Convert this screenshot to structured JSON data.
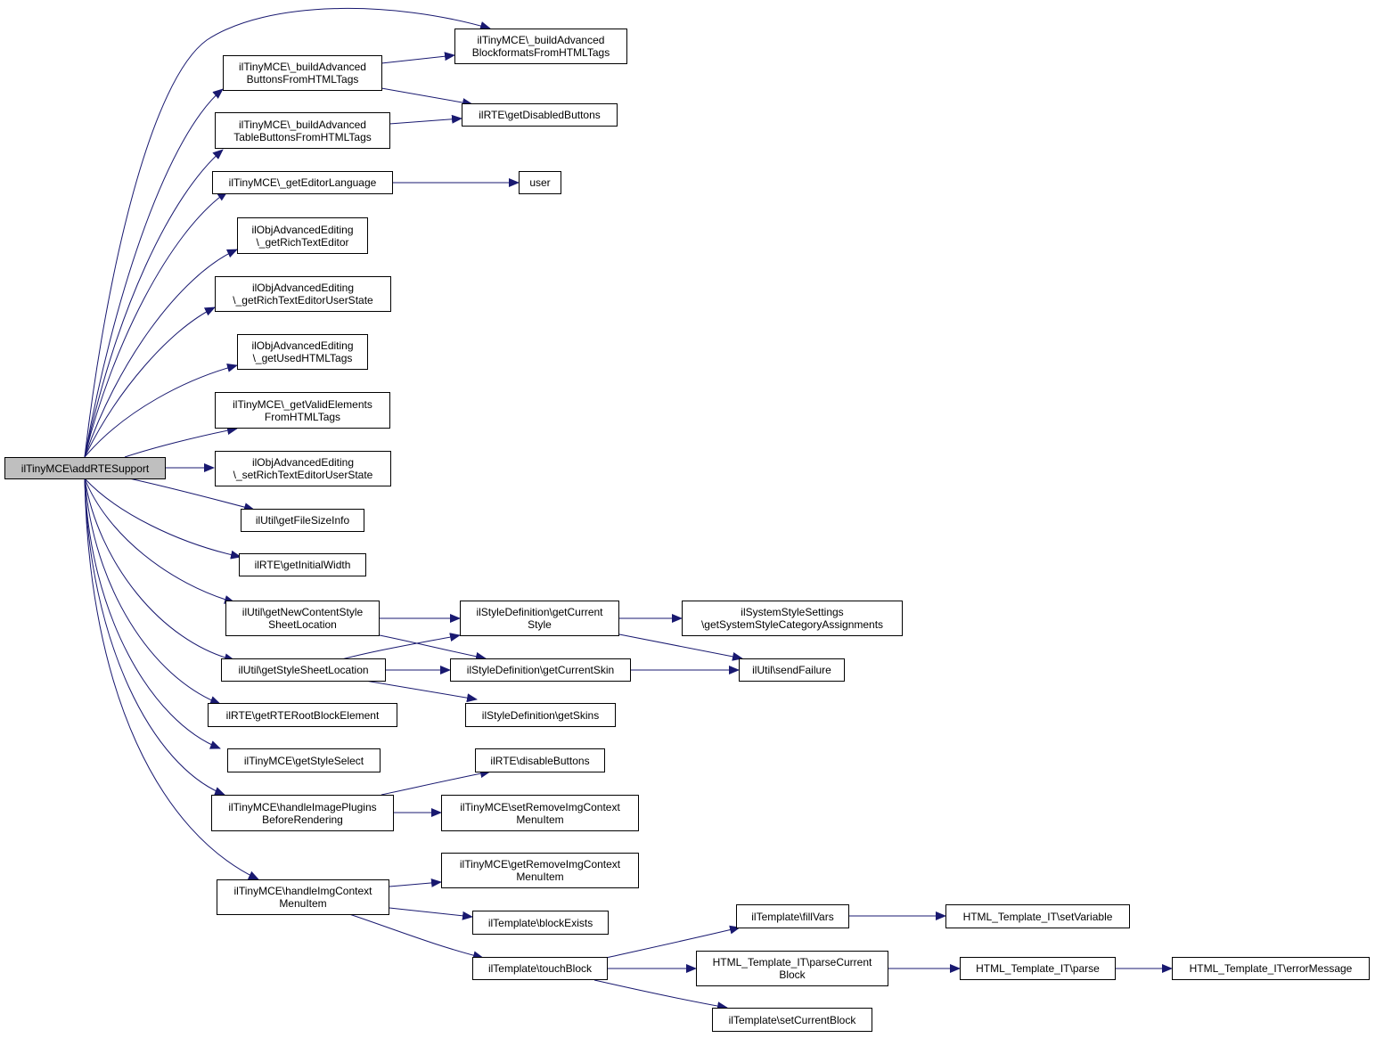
{
  "colors": {
    "edge": "#191970",
    "root_fill": "#bfbfbf",
    "node_fill": "#ffffff",
    "border": "#000000"
  },
  "nodes": {
    "root": "ilTinyMCE\\addRTESupport",
    "build_adv_blockformats": "ilTinyMCE\\_buildAdvanced\nBlockformatsFromHTMLTags",
    "build_adv_buttons": "ilTinyMCE\\_buildAdvanced\nButtonsFromHTMLTags",
    "get_disabled_buttons": "ilRTE\\getDisabledButtons",
    "build_adv_table_buttons": "ilTinyMCE\\_buildAdvanced\nTableButtonsFromHTMLTags",
    "get_editor_language": "ilTinyMCE\\_getEditorLanguage",
    "user": "user",
    "get_rich_text_editor": "ilObjAdvancedEditing\n\\_getRichTextEditor",
    "get_rte_user_state": "ilObjAdvancedEditing\n\\_getRichTextEditorUserState",
    "get_used_html_tags": "ilObjAdvancedEditing\n\\_getUsedHTMLTags",
    "get_valid_elements": "ilTinyMCE\\_getValidElements\nFromHTMLTags",
    "set_rte_user_state": "ilObjAdvancedEditing\n\\_setRichTextEditorUserState",
    "get_file_size_info": "ilUtil\\getFileSizeInfo",
    "get_initial_width": "ilRTE\\getInitialWidth",
    "get_new_content_style": "ilUtil\\getNewContentStyle\nSheetLocation",
    "get_current_style": "ilStyleDefinition\\getCurrent\nStyle",
    "get_system_style_category": "ilSystemStyleSettings\n\\getSystemStyleCategoryAssignments",
    "get_style_sheet_location": "ilUtil\\getStyleSheetLocation",
    "get_current_skin": "ilStyleDefinition\\getCurrentSkin",
    "send_failure": "ilUtil\\sendFailure",
    "get_rte_root_block": "ilRTE\\getRTERootBlockElement",
    "get_skins": "ilStyleDefinition\\getSkins",
    "get_style_select": "ilTinyMCE\\getStyleSelect",
    "disable_buttons": "ilRTE\\disableButtons",
    "handle_image_plugins": "ilTinyMCE\\handleImagePlugins\nBeforeRendering",
    "set_remove_img_context": "ilTinyMCE\\setRemoveImgContext\nMenuItem",
    "get_remove_img_context": "ilTinyMCE\\getRemoveImgContext\nMenuItem",
    "handle_img_context": "ilTinyMCE\\handleImgContext\nMenuItem",
    "block_exists": "ilTemplate\\blockExists",
    "fill_vars": "ilTemplate\\fillVars",
    "set_variable": "HTML_Template_IT\\setVariable",
    "touch_block": "ilTemplate\\touchBlock",
    "parse_current_block": "HTML_Template_IT\\parseCurrent\nBlock",
    "parse": "HTML_Template_IT\\parse",
    "error_message": "HTML_Template_IT\\errorMessage",
    "set_current_block": "ilTemplate\\setCurrentBlock"
  }
}
